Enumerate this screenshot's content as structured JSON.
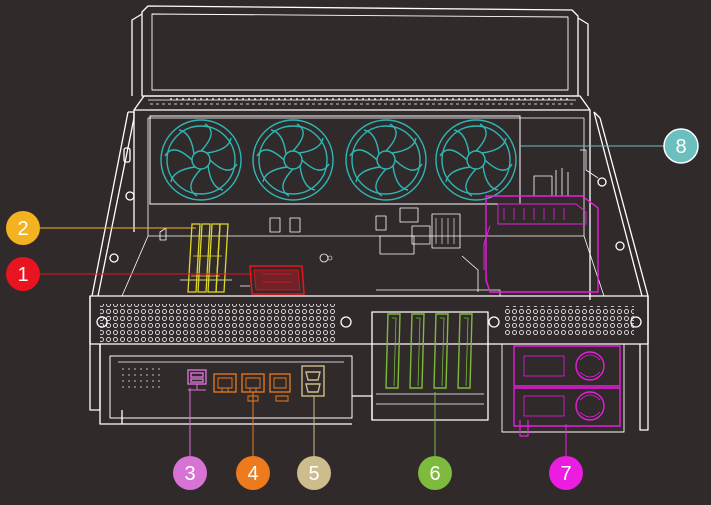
{
  "background_color": "#302a2b",
  "line_color": "#ffffff",
  "callouts": [
    {
      "label": "1",
      "color": "#e8141f",
      "component": "cpu-socket"
    },
    {
      "label": "2",
      "color": "#f4b120",
      "component": "memory-slots"
    },
    {
      "label": "3",
      "color": "#d873d6",
      "component": "rear-usb-port"
    },
    {
      "label": "4",
      "color": "#ee7a1e",
      "component": "rear-network-ports"
    },
    {
      "label": "5",
      "color": "#cdbd8c",
      "component": "rear-vga-port"
    },
    {
      "label": "6",
      "color": "#7dba3d",
      "component": "pcie-expansion-slots"
    },
    {
      "label": "7",
      "color": "#ea1de0",
      "component": "redundant-power-supplies"
    },
    {
      "label": "8",
      "color": "#6bbfbe",
      "component": "system-fans"
    }
  ],
  "component_colors": {
    "fans": "#2fb6b4",
    "memory": "#e0d62a",
    "cpu": "#e8141f",
    "usb": "#d873d6",
    "network": "#ee7a1e",
    "vga": "#cdbd8c",
    "pcie": "#7dba3d",
    "psu": "#ea1de0"
  }
}
